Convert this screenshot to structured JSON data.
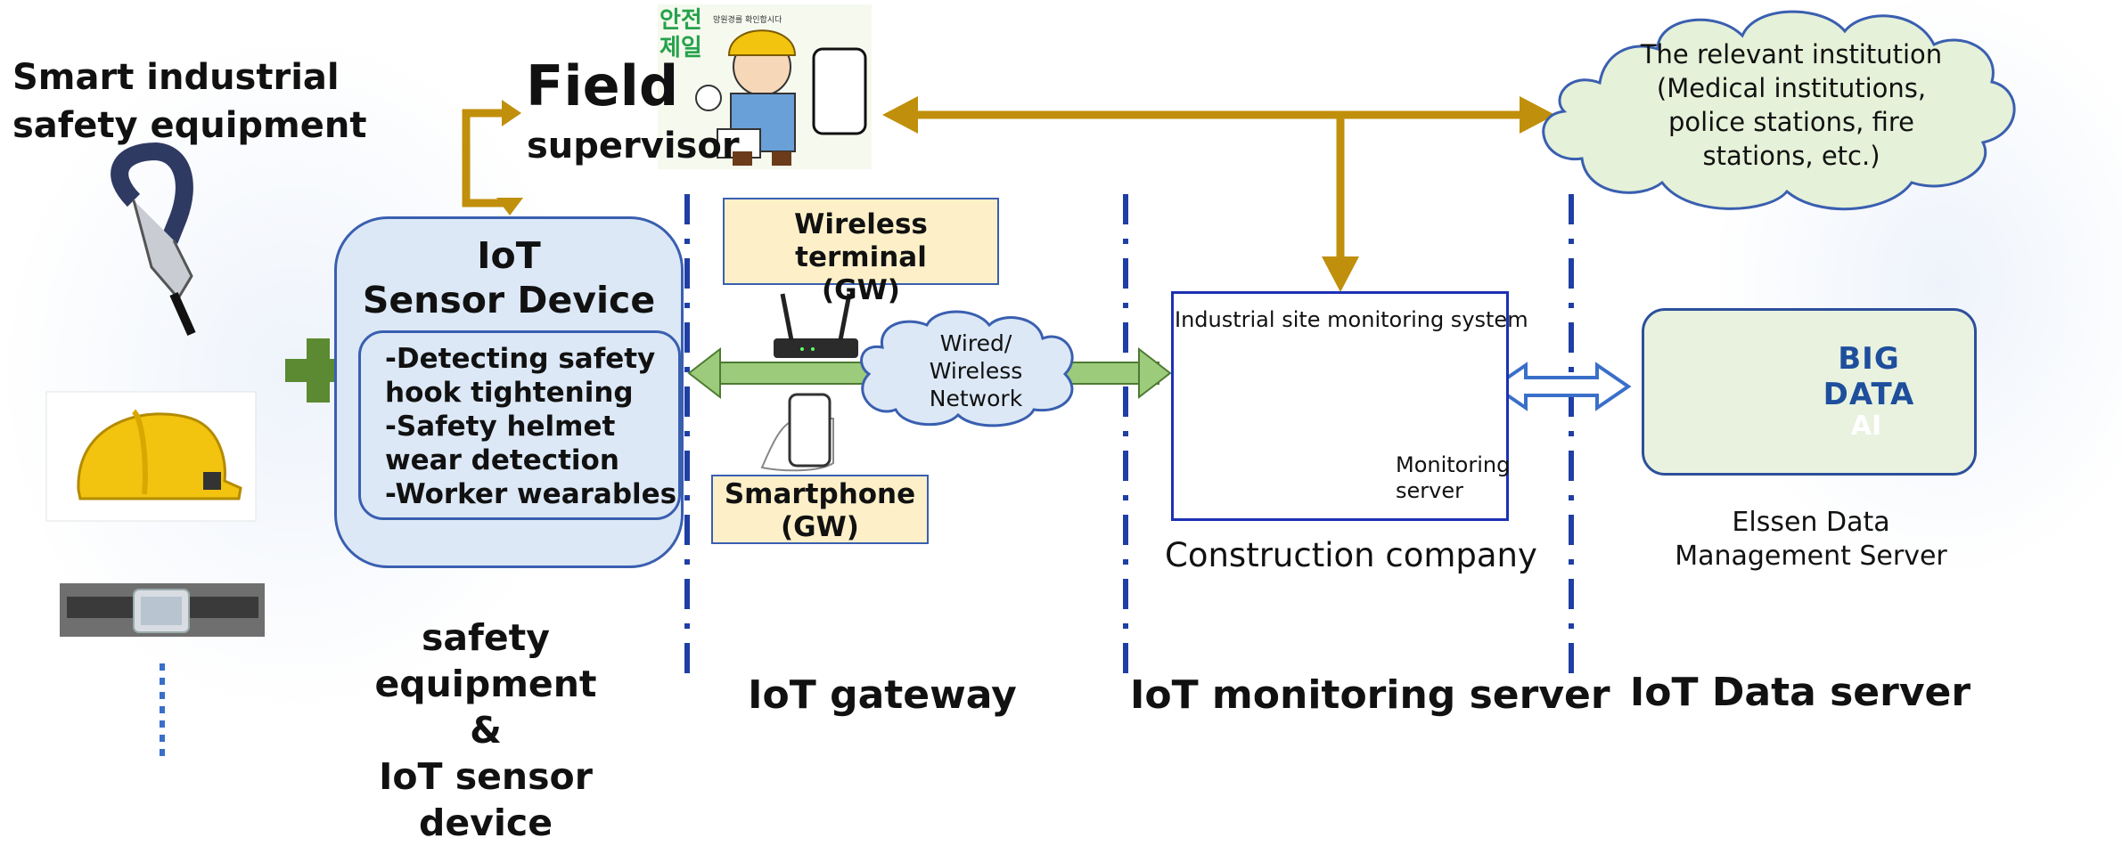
{
  "smart_equipment_title": [
    "Smart industrial",
    "safety equipment"
  ],
  "field_supervisor": {
    "line1": "Field",
    "line2": "supervisor"
  },
  "poster_text": {
    "korean_line1": "안전",
    "korean_line2": "제일",
    "caption": "망원경를 확인합시다"
  },
  "institution_cloud": [
    "The relevant institution",
    "(Medical institutions,",
    "police stations, fire",
    "stations, etc.)"
  ],
  "sensor_device": {
    "title_line1": "IoT",
    "title_line2": "Sensor Device",
    "items": [
      "-Detecting safety",
      "hook tightening",
      "-Safety helmet",
      "wear detection",
      "-Worker wearables"
    ]
  },
  "gateway": {
    "wireless_terminal": [
      "Wireless terminal",
      "(GW)"
    ],
    "smartphone": [
      "Smartphone",
      "(GW)"
    ],
    "network_cloud": [
      "Wired/",
      "Wireless",
      "Network"
    ]
  },
  "monitoring": {
    "system_title": "Industrial site monitoring system",
    "server_label": [
      "Monitoring",
      "server"
    ],
    "company_label": "Construction company"
  },
  "data_server": {
    "big_data_label": "BIG DATA",
    "ai_label": "AI",
    "caption": [
      "Elssen Data",
      "Management Server"
    ]
  },
  "column_labels": {
    "equipment": [
      "safety equipment",
      "&",
      "IoT sensor device"
    ],
    "gateway": "IoT gateway",
    "monitoring": "IoT monitoring server",
    "data": "IoT Data server"
  },
  "colors": {
    "gold_arrow": "#c08f0b",
    "green_arrow": "#9ccb7c",
    "divider_blue": "#1f3fa5",
    "sensor_fill": "#dce8f6",
    "gw_label_fill": "#fdf0c9",
    "cloud_fill": "#e5f1d8",
    "network_cloud_fill": "#dce8f6",
    "plus_green": "#5b8a32"
  }
}
